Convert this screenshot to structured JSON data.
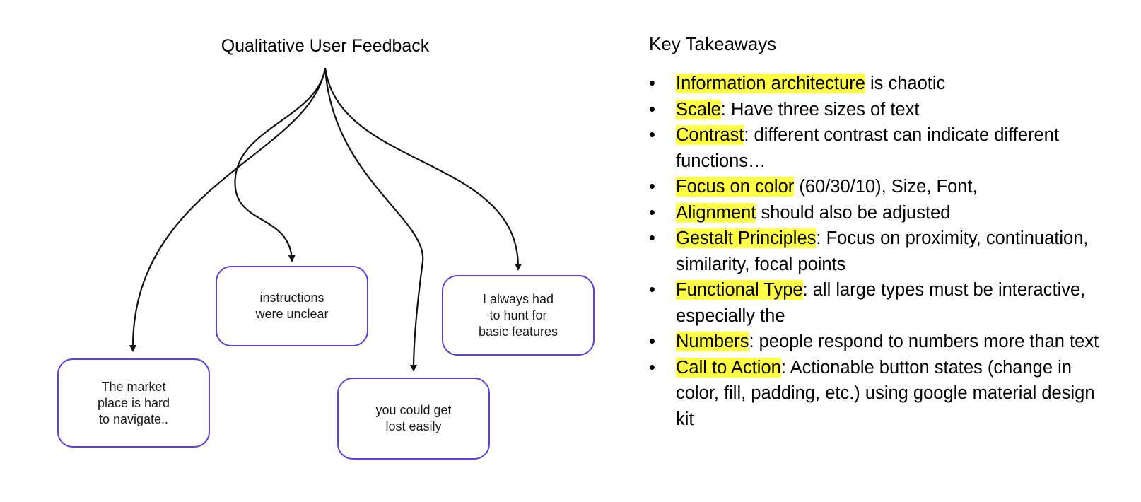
{
  "diagram": {
    "title": "Qualitative User Feedback",
    "cards": [
      {
        "text": "The market\nplace is hard\nto navigate.."
      },
      {
        "text": "instructions\nwere unclear"
      },
      {
        "text": "you could get\nlost easily"
      },
      {
        "text": "I always had\nto hunt for\nbasic features"
      }
    ]
  },
  "takeaways": {
    "title": "Key Takeaways",
    "highlight_color": "#ffff44",
    "items": [
      {
        "bullet": "•",
        "highlight": "Information architecture",
        "rest": " is chaotic"
      },
      {
        "bullet": "•",
        "highlight": "Scale",
        "rest": ": Have three sizes of text"
      },
      {
        "bullet": "•",
        "highlight": "Contrast",
        "rest": ": different contrast can indicate different functions…"
      },
      {
        "bullet": "•",
        "highlight": "Focus on color",
        "rest": " (60/30/10), Size, Font,"
      },
      {
        "bullet": "•",
        "highlight": "Alignment",
        "rest": " should also be adjusted"
      },
      {
        "bullet": "•",
        "highlight": "Gestalt Principles",
        "rest": ": Focus on proximity, continuation, similarity, focal points"
      },
      {
        "bullet": "•",
        "highlight": "Functional Type",
        "rest": ": all large types must be interactive, especially the"
      },
      {
        "bullet": "•",
        "highlight": "Numbers",
        "rest": ": people respond to numbers more than text"
      },
      {
        "bullet": "•",
        "highlight": "Call to Action",
        "rest": ": Actionable button states (change in color, fill, padding, etc.) using google material design kit"
      }
    ]
  }
}
